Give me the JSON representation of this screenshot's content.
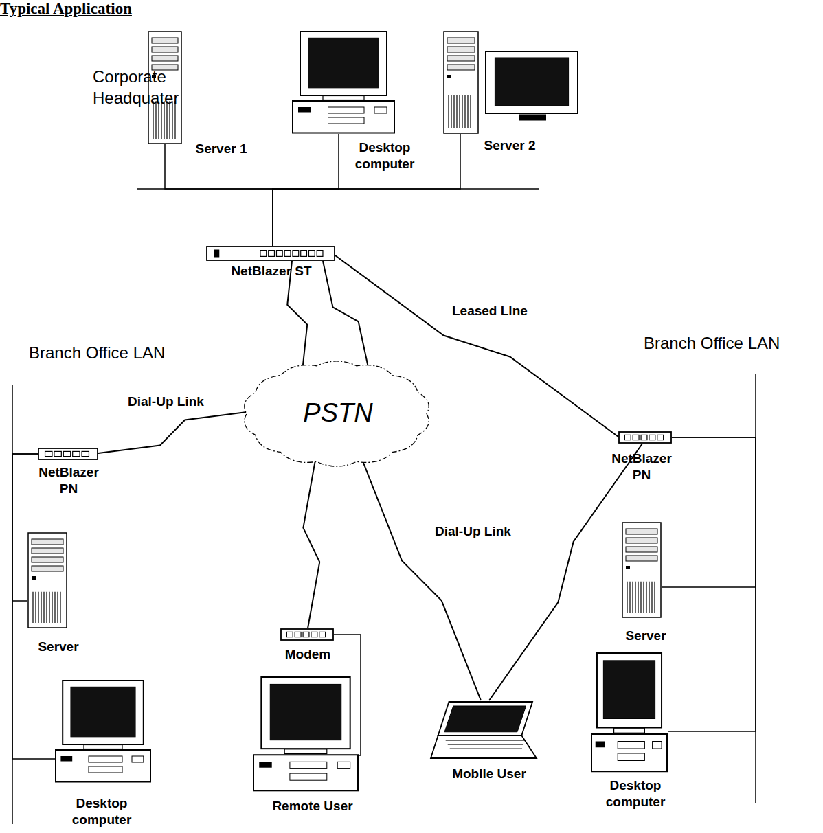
{
  "diagram": {
    "title": "Typical Application",
    "nodes": [
      {
        "text": [
          "Server 1"
        ]
      },
      {
        "text": [
          "Desktop computer"
        ]
      },
      {
        "text": [
          "Server 2"
        ]
      },
      {
        "text": [
          "NetBlazer ST"
        ]
      },
      {
        "text": [
          "PSTN"
        ]
      },
      {
        "text": [
          "NetBlazer PN"
        ]
      },
      {
        "text": [
          "Server"
        ]
      },
      {
        "text": [
          "Desktop computer"
        ]
      },
      {
        "text": [
          "Modem"
        ]
      },
      {
        "text": [
          "Remote User"
        ]
      },
      {
        "text": [
          "Mobile User"
        ]
      },
      {
        "text": [
          "NetBlazer PN"
        ]
      },
      {
        "text": [
          "Server"
        ]
      },
      {
        "text": [
          "Desktop computer"
        ]
      }
    ],
    "edges": [
      {
        "from": 3,
        "to": 4,
        "arrow": "none"
      },
      {
        "from": 3,
        "to": 4,
        "arrow": "none"
      },
      {
        "from": 3,
        "to": 11,
        "label": "Leased Line",
        "arrow": "none"
      },
      {
        "from": 4,
        "to": 5,
        "label": "Dial-Up Link",
        "arrow": "none"
      },
      {
        "from": 4,
        "to": 8,
        "arrow": "none"
      },
      {
        "from": 4,
        "to": 10,
        "label": "Dial-Up Link",
        "arrow": "none"
      },
      {
        "from": 10,
        "to": 11,
        "arrow": "none"
      },
      {
        "from": 8,
        "to": 9,
        "arrow": "none"
      },
      {
        "from": 0,
        "to": 3,
        "arrow": "none"
      },
      {
        "from": 1,
        "to": 3,
        "arrow": "none"
      },
      {
        "from": 2,
        "to": 3,
        "arrow": "none"
      },
      {
        "from": 5,
        "to": 6,
        "arrow": "none"
      },
      {
        "from": 5,
        "to": 7,
        "arrow": "none"
      },
      {
        "from": 11,
        "to": 12,
        "arrow": "none"
      },
      {
        "from": 11,
        "to": 13,
        "arrow": "none"
      }
    ],
    "labels": [
      "Corporate Headquater",
      "Branch Office LAN",
      "Branch Office LAN"
    ]
  }
}
